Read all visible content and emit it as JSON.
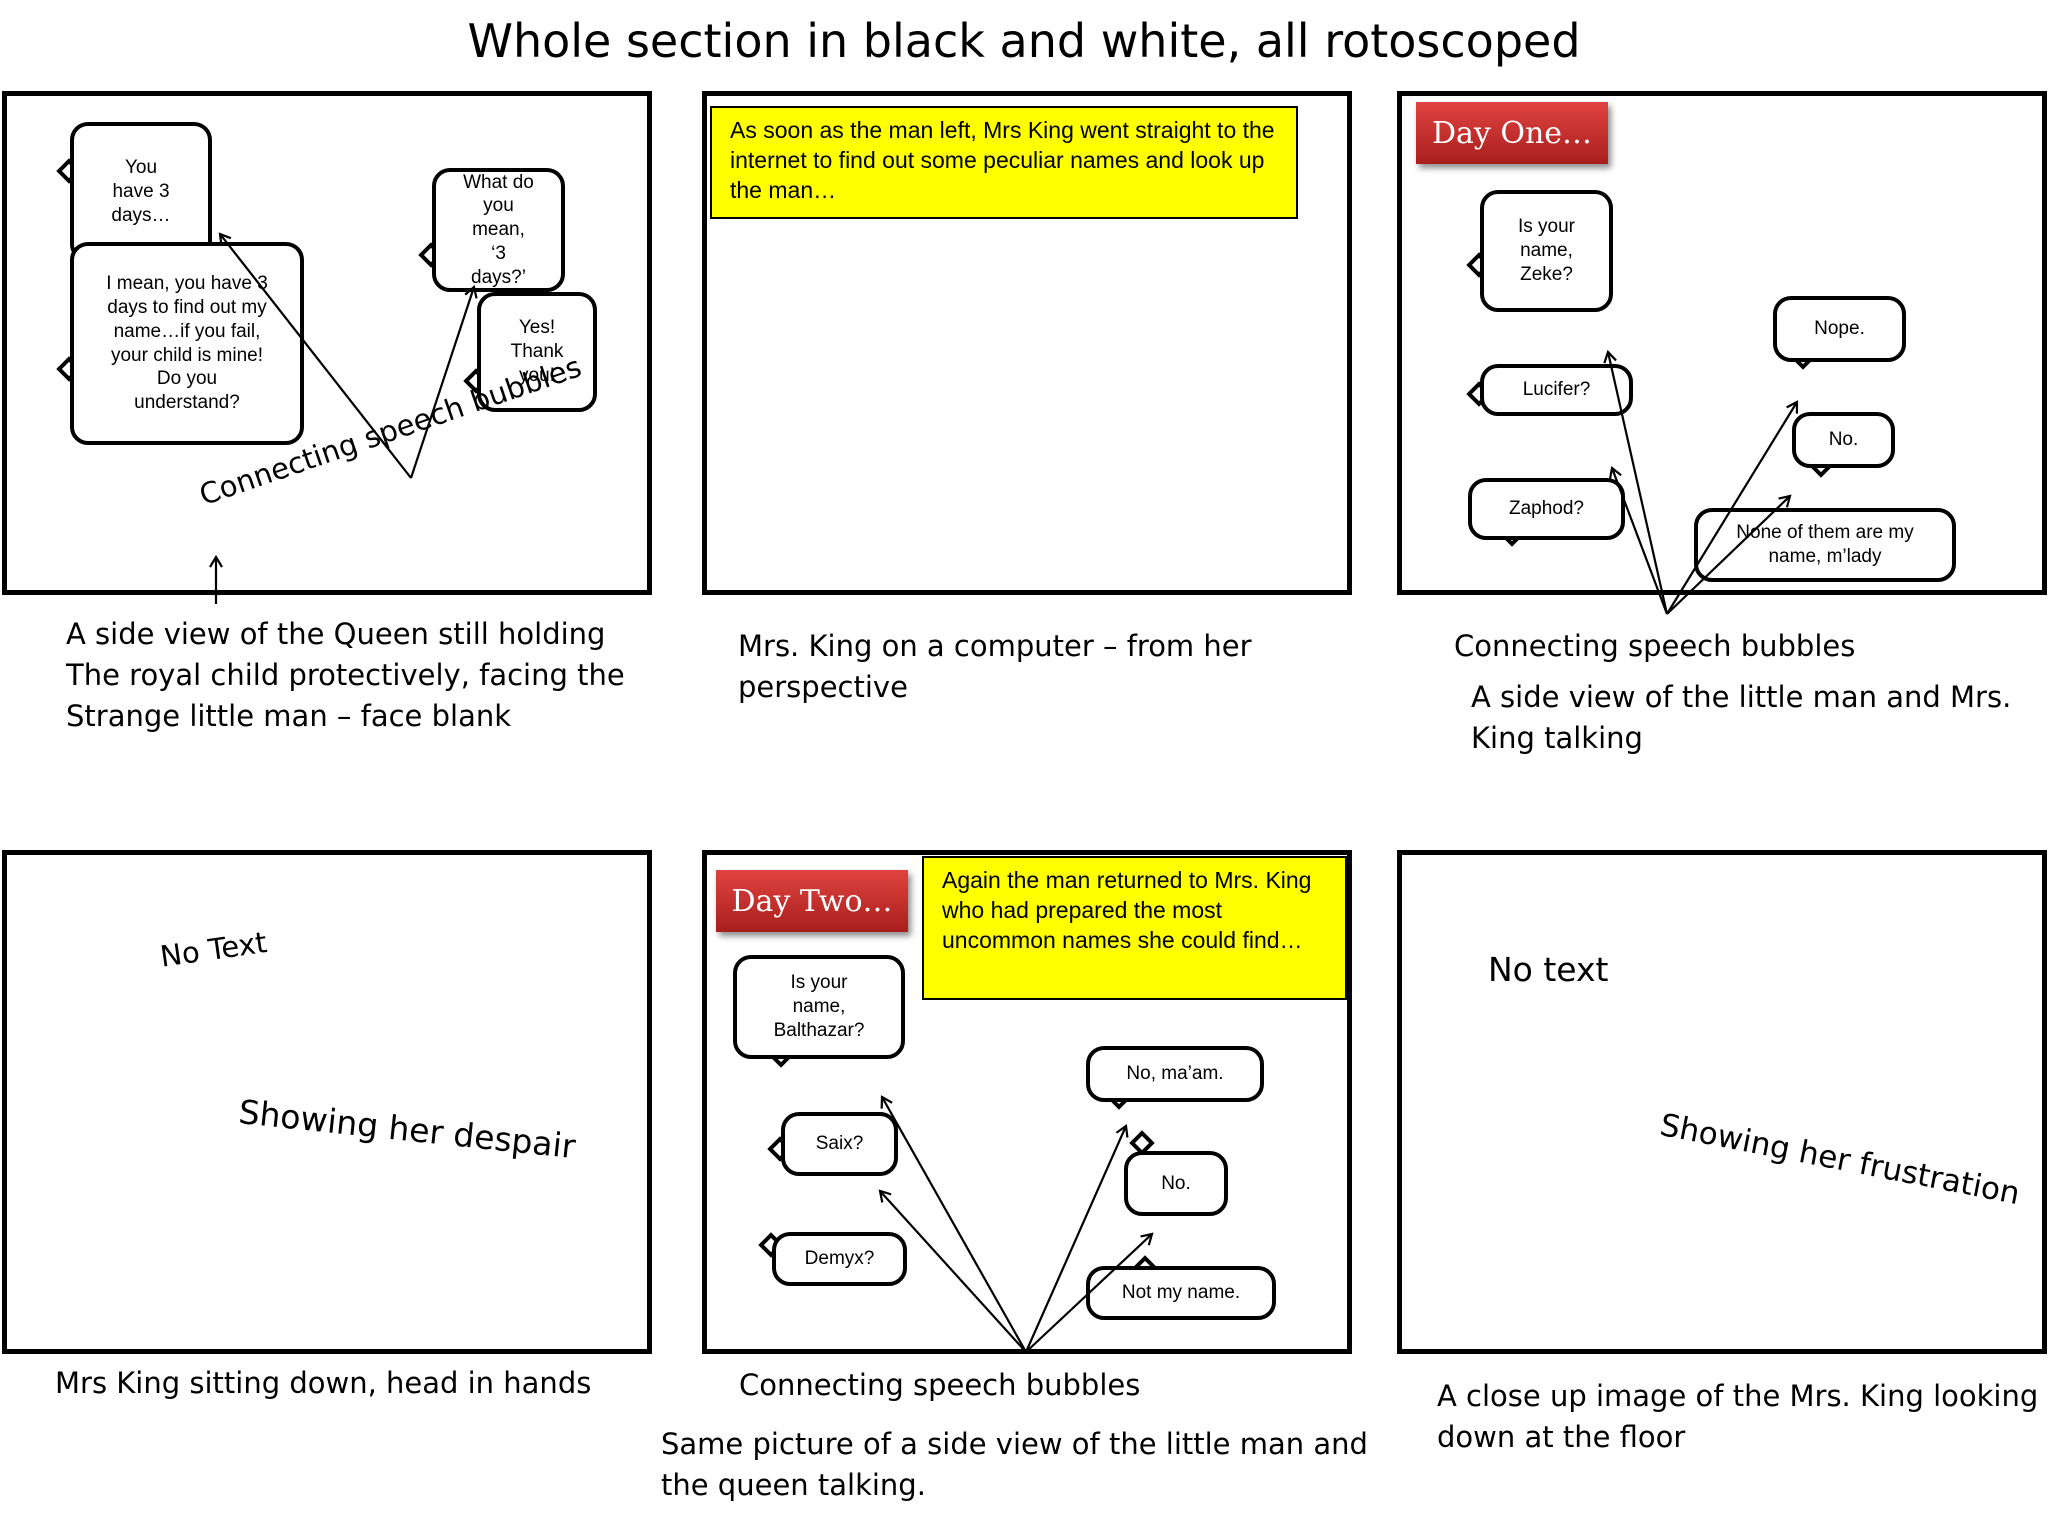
{
  "title": "Whole section in black and white, all rotoscoped",
  "panel1": {
    "bubble_a": "You\nhave 3\ndays…",
    "bubble_b": "I mean, you have 3\ndays to find out my\nname…if you fail,\nyour child is mine!\nDo you\nunderstand?",
    "bubble_c": "What do\nyou\nmean,\n‘3\ndays?’",
    "bubble_d": "Yes!\nThank\nyou!",
    "connecting_label": "Connecting speech bubbles",
    "caption": "A side view of the Queen still holding\nThe royal child protectively, facing the\nStrange little man – face blank"
  },
  "panel2": {
    "narration": "As soon as the man left, Mrs King went straight to the internet to find out some peculiar names and look up the man…",
    "caption": "Mrs. King on a computer – from her\nperspective"
  },
  "panel3": {
    "day_label": "Day One…",
    "bubble_zeke": "Is your\nname,\nZeke?",
    "bubble_lucifer": "Lucifer?",
    "bubble_zaphod": "Zaphod?",
    "bubble_nope": "Nope.",
    "bubble_no": "No.",
    "bubble_none": "None of them are my\nname, m’lady",
    "connecting_label": "Connecting speech bubbles",
    "caption": "A side view of the little man and Mrs.\nKing talking"
  },
  "panel4": {
    "no_text": "No Text",
    "note": "Showing her despair",
    "caption": "Mrs King sitting down, head in hands"
  },
  "panel5": {
    "day_label": "Day Two…",
    "narration": "Again the man returned to Mrs. King who had prepared the most uncommon names she could find…",
    "bubble_balthazar": "Is your\nname,\nBalthazar?",
    "bubble_saix": "Saix?",
    "bubble_demyx": "Demyx?",
    "bubble_maam": "No, ma’am.",
    "bubble_no": "No.",
    "bubble_notmyname": "Not my name.",
    "connecting_label": "Connecting speech bubbles",
    "caption": "Same picture of a side view of the little man and\nthe queen talking."
  },
  "panel6": {
    "no_text": "No text",
    "note": "Showing her frustration",
    "caption": "A close up image of the Mrs. King looking\ndown at the floor"
  }
}
